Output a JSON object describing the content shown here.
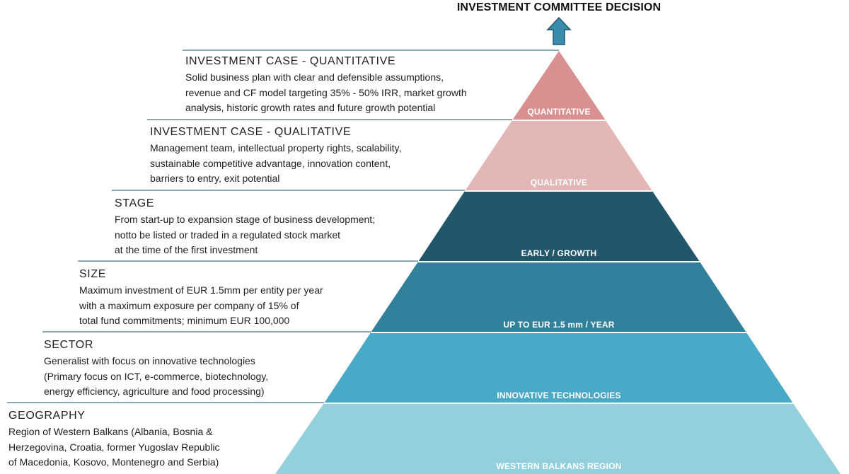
{
  "header": {
    "decision": "INVESTMENT COMMITTEE DECISION"
  },
  "colors": {
    "arrow": "#3a8cad",
    "rule": "#1f4f66",
    "quantitative": "#d99090",
    "qualitative": "#e4b7b7",
    "early_growth": "#21566b",
    "size": "#31819c",
    "sector": "#49aac8",
    "geography": "#94cfdc"
  },
  "rows": [
    {
      "title": "INVESTMENT CASE - QUANTITATIVE",
      "description": "Solid business plan with clear and defensible assumptions,\nrevenue and CF model targeting 35% - 50% IRR, market growth\nanalysis,  historic growth rates and future growth potential",
      "label": "QUANTITATIVE"
    },
    {
      "title": "INVESTMENT CASE - QUALITATIVE",
      "description": "Management team, intellectual property rights, scalability,\nsustainable competitive advantage, innovation content,\nbarriers to entry, exit potential",
      "label": "QUALITATIVE"
    },
    {
      "title": "STAGE",
      "description": "From start-up to expansion stage of business development;\nnotto be listed or traded in a regulated stock market\nat the time of the first investment",
      "label": "EARLY / GROWTH"
    },
    {
      "title": "SIZE",
      "description": "Maximum investment of EUR 1.5mm per entity per year\nwith a maximum exposure per company of 15% of\ntotal fund commitments; minimum EUR 100,000",
      "label": "UP TO EUR 1.5 mm / YEAR"
    },
    {
      "title": "SECTOR",
      "description": "Generalist with focus on innovative technologies\n(Primary focus on ICT, e-commerce, biotechnology,\nenergy efficiency, agriculture and food processing)",
      "label": "INNOVATIVE TECHNOLOGIES"
    },
    {
      "title": "GEOGRAPHY",
      "description": "Region of Western Balkans (Albania, Bosnia &\nHerzegovina, Croatia, former Yugoslav Republic\nof Macedonia, Kosovo, Montenegro and Serbia)",
      "label": "WESTERN BALKANS REGION"
    }
  ]
}
